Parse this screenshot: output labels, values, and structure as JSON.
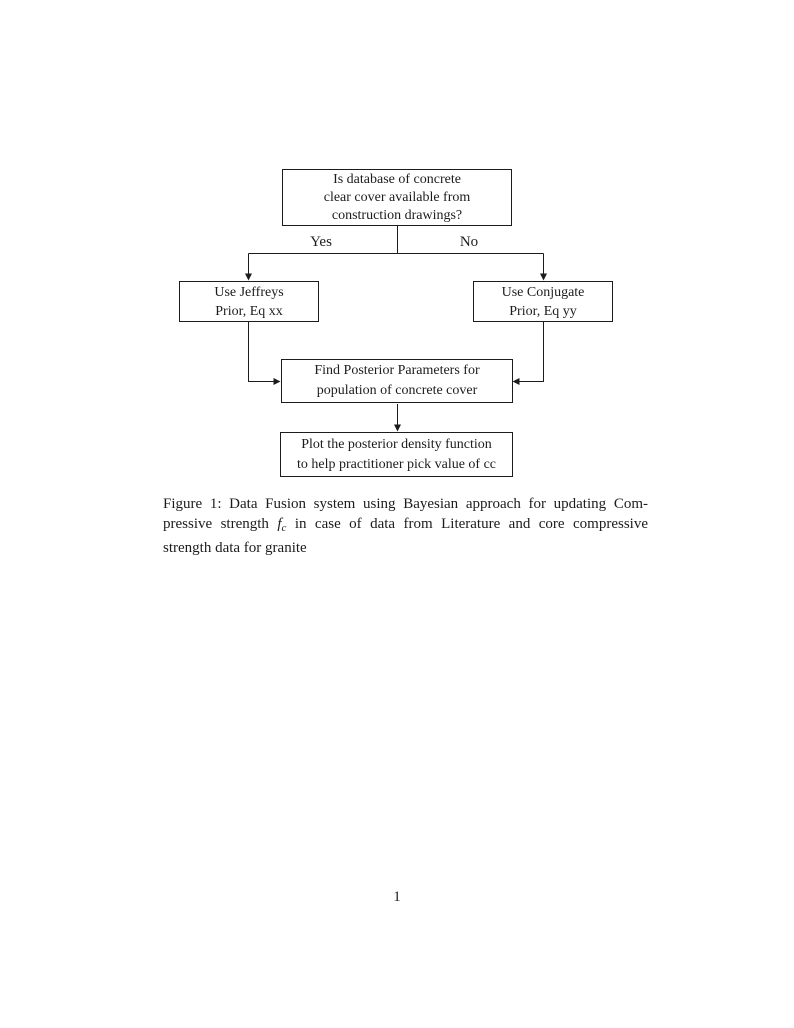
{
  "page": {
    "number": "1"
  },
  "flowchart": {
    "decision": {
      "line1": "Is database of concrete",
      "line2": "clear cover available from",
      "line3": "construction drawings?"
    },
    "yes_label": "Yes",
    "no_label": "No",
    "jeffreys": {
      "line1": "Use Jeffreys",
      "line2": "Prior, Eq xx"
    },
    "conjugate": {
      "line1": "Use Conjugate",
      "line2": "Prior, Eq yy"
    },
    "posterior": {
      "line1": "Find Posterior Parameters for",
      "line2": "population of concrete cover"
    },
    "plot": {
      "line1": "Plot the posterior density function",
      "line2": "to help practitioner pick value of cc"
    }
  },
  "caption": {
    "line1": "Figure 1: Data Fusion system using Bayesian approach for updating Com-",
    "line2_pre": "pressive strength ",
    "math_var": "f",
    "math_sub": "c",
    "line2_post": " in case of data from Literature and core compressive",
    "line3": "strength data for granite"
  },
  "colors": {
    "ink": "#1c1c1c",
    "background": "#ffffff"
  }
}
